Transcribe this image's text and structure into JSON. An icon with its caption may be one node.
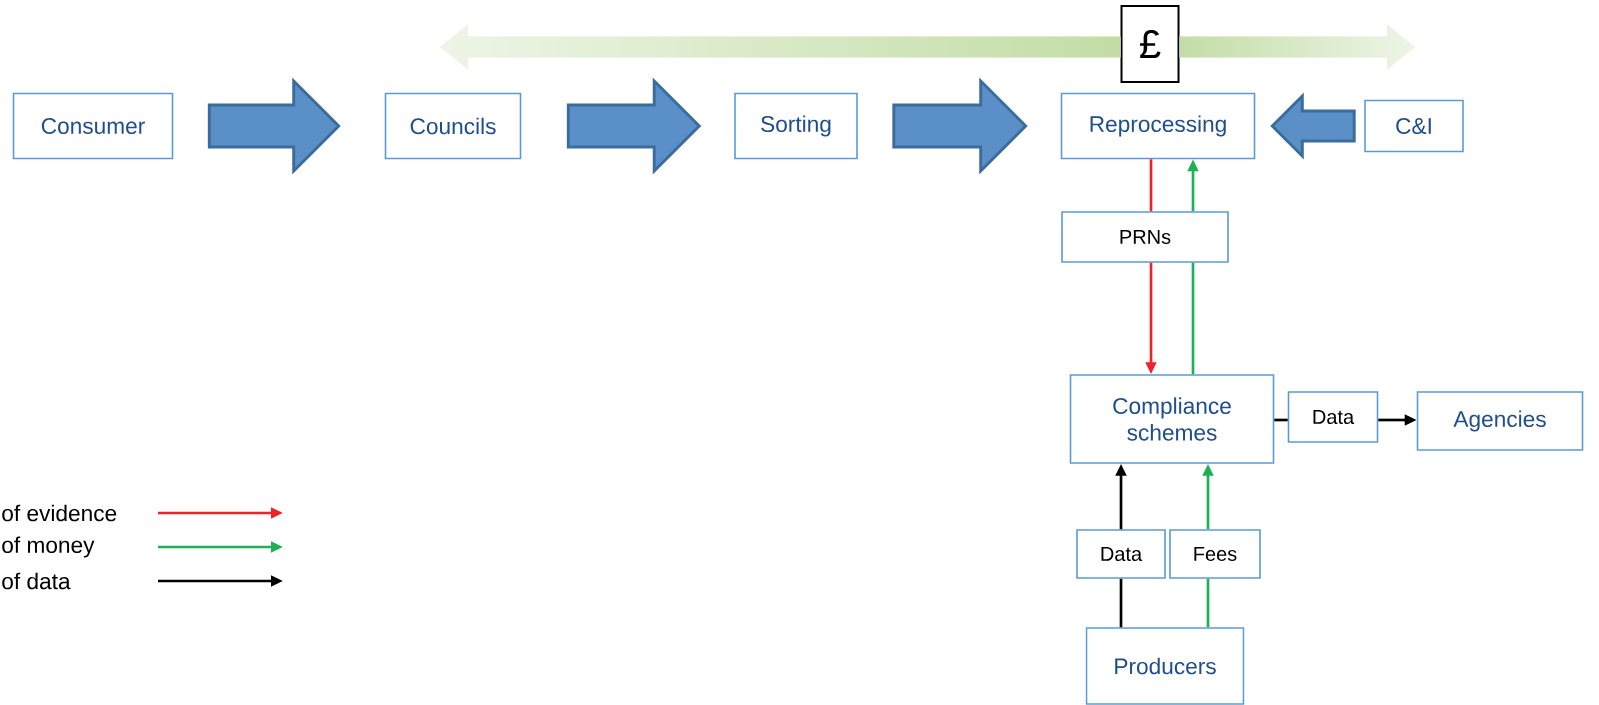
{
  "diagram": {
    "nodes": [
      {
        "text": [
          "Consumer"
        ]
      },
      {
        "text": [
          "Councils"
        ]
      },
      {
        "text": [
          "Sorting"
        ]
      },
      {
        "text": [
          "Reprocessing"
        ]
      },
      {
        "text": [
          "C&I"
        ]
      },
      {
        "text": [
          "Compliance schemes"
        ]
      },
      {
        "text": [
          "Agencies"
        ]
      },
      {
        "text": [
          "Producers"
        ]
      },
      {
        "text": [
          "£"
        ]
      },
      {
        "text": [
          "PRNs"
        ]
      },
      {
        "text": [
          "Data"
        ]
      },
      {
        "text": [
          "Data"
        ]
      },
      {
        "text": [
          "Fees"
        ]
      }
    ],
    "edges": [
      {
        "from": 0,
        "to": 1,
        "arrow": "to",
        "style": "thick",
        "color": "#3a6d9c"
      },
      {
        "from": 1,
        "to": 2,
        "arrow": "to",
        "style": "thick",
        "color": "#3a6d9c"
      },
      {
        "from": 2,
        "to": 3,
        "arrow": "to",
        "style": "thick",
        "color": "#3a6d9c"
      },
      {
        "from": 4,
        "to": 3,
        "arrow": "to",
        "style": "thick",
        "color": "#3a6d9c"
      },
      {
        "from": 3,
        "to": 9,
        "arrow": "none",
        "color": "#ee2229"
      },
      {
        "from": 9,
        "to": 5,
        "arrow": "to",
        "color": "#ee2229"
      },
      {
        "from": 5,
        "to": 9,
        "arrow": "none",
        "color": "#1db056"
      },
      {
        "from": 9,
        "to": 3,
        "arrow": "to",
        "color": "#1db056"
      },
      {
        "from": 5,
        "to": 10,
        "arrow": "none",
        "color": "#000000"
      },
      {
        "from": 10,
        "to": 6,
        "arrow": "to",
        "color": "#000000"
      },
      {
        "from": 7,
        "to": 11,
        "arrow": "none",
        "color": "#000000"
      },
      {
        "from": 11,
        "to": 5,
        "arrow": "to",
        "color": "#000000"
      },
      {
        "from": 7,
        "to": 12,
        "arrow": "none",
        "color": "#1db056"
      },
      {
        "from": 12,
        "to": 5,
        "arrow": "to",
        "color": "#1db056"
      },
      {
        "from": 8,
        "to": null,
        "arrow": "to",
        "style": "thick",
        "color": "#c3dda5"
      },
      {
        "from": 8,
        "to": null,
        "arrow": "to",
        "style": "thick",
        "color": "#c3dda5"
      }
    ],
    "legend": [
      {
        "text": "of evidence"
      },
      {
        "text": "of money"
      },
      {
        "text": "of data"
      }
    ]
  }
}
